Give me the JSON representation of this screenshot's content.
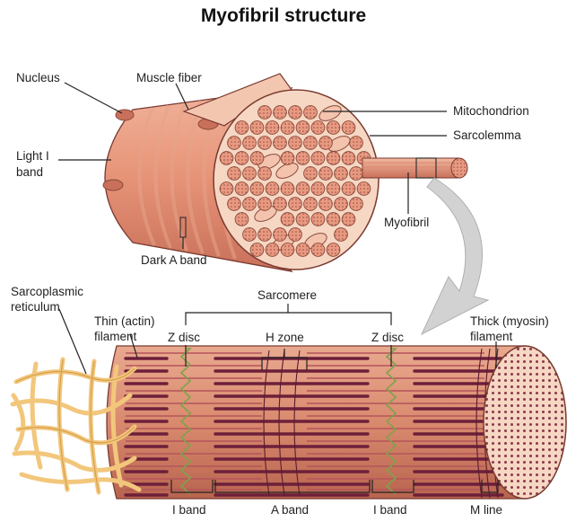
{
  "title": "Myofibril structure",
  "labels": {
    "nucleus": "Nucleus",
    "muscle_fiber": "Muscle fiber",
    "mitochondrion": "Mitochondrion",
    "sarcolemma": "Sarcolemma",
    "light_i_band_line1": "Light I",
    "light_i_band_line2": "band",
    "myofibril": "Myofibril",
    "dark_a_band": "Dark A band",
    "sarcoplasmic_reticulum_line1": "Sarcoplasmic",
    "sarcoplasmic_reticulum_line2": "reticulum",
    "sarcomere": "Sarcomere",
    "thin_filament_line1": "Thin (actin)",
    "thin_filament_line2": "filament",
    "z_disc_left": "Z disc",
    "h_zone": "H zone",
    "z_disc_right": "Z disc",
    "thick_filament_line1": "Thick (myosin)",
    "thick_filament_line2": "filament",
    "i_band_left": "I band",
    "a_band": "A band",
    "i_band_right": "I band",
    "m_line": "M line"
  },
  "colors": {
    "muscle": "#e8967a",
    "muscle_dark": "#c9705a",
    "fibril_fill": "#e89a80",
    "face_fill": "#f6d7c4",
    "mito_fill": "#f3c3ae",
    "myosin": "#6d1f3a",
    "actin": "#b4545a",
    "z_disc": "#7fa24a",
    "reticulum": "#f2c77c",
    "arrow": "#d2d2d2"
  }
}
